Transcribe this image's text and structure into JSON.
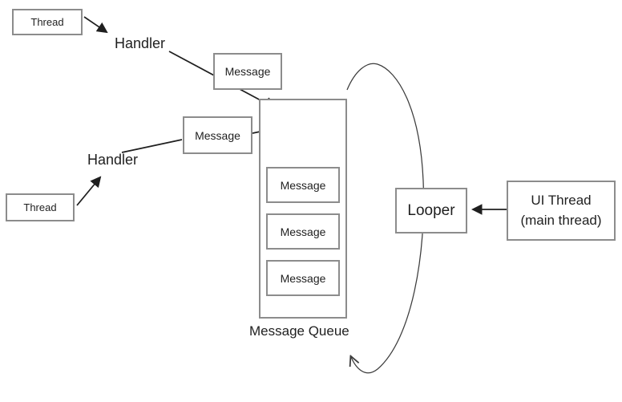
{
  "diagram": {
    "background": "#ffffff",
    "colors": {
      "box_border": "#8c8c8c",
      "arrow": "#1f1f1f",
      "text": "#1f1f1f"
    },
    "nodes": {
      "thread_top": "Thread",
      "thread_bottom": "Thread",
      "handler_top": "Handler",
      "handler_bottom": "Handler",
      "message_top": "Message",
      "message_left": "Message",
      "queue_title": "Message Queue",
      "queue_items": [
        "Message",
        "Message",
        "Message"
      ],
      "looper": "Looper",
      "ui_thread_line1": "UI Thread",
      "ui_thread_line2": "(main thread)"
    }
  }
}
